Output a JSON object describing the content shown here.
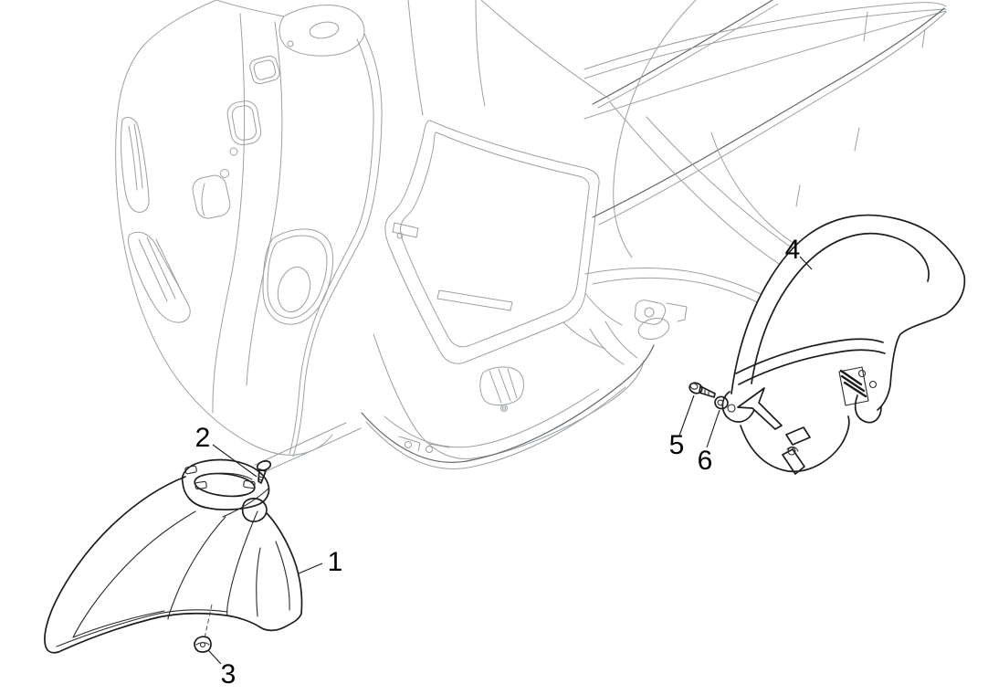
{
  "diagram": {
    "kind": "exploded-parts-line-drawing",
    "callouts": [
      {
        "label": "1"
      },
      {
        "label": "2"
      },
      {
        "label": "3"
      },
      {
        "label": "4"
      },
      {
        "label": "5"
      },
      {
        "label": "6"
      }
    ],
    "colors": {
      "background": "#ffffff",
      "context_line": "#9aa0a4",
      "context_line_dark": "#61666a",
      "part_line": "#1d1d1f",
      "callout_text": "#000000"
    }
  }
}
